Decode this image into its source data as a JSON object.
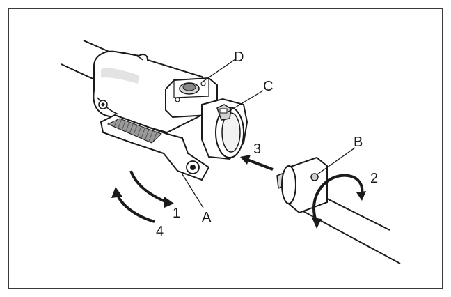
{
  "labels": {
    "a": "A",
    "b": "B",
    "c": "C",
    "d": "D",
    "n1": "1",
    "n2": "2",
    "n3": "3",
    "n4": "4"
  },
  "colors": {
    "line": "#1a1a1a",
    "fill": "#ffffff",
    "shade": "#bdbdbd",
    "grip": "#8a8a8a"
  }
}
